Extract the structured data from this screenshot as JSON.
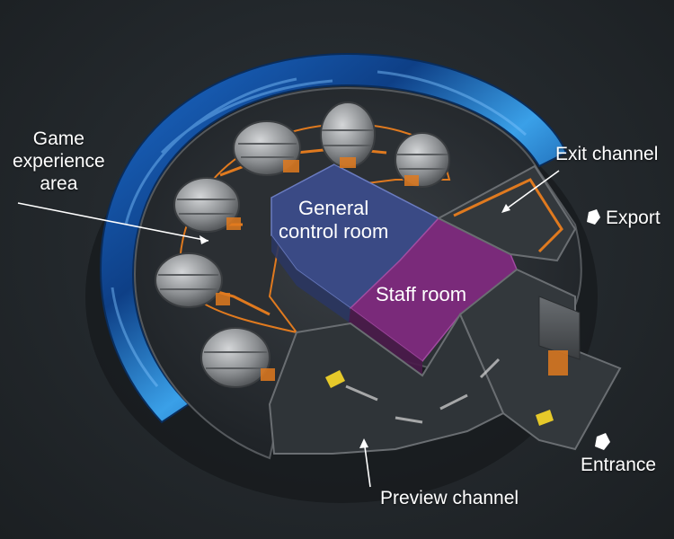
{
  "labels": {
    "game_area": [
      "Game",
      "experience",
      "area"
    ],
    "general_control_room": [
      "General",
      "control room"
    ],
    "staff_room": "Staff room",
    "exit_channel": "Exit channel",
    "export": "Export",
    "entrance": "Entrance",
    "preview_channel": "Preview channel"
  },
  "colors": {
    "background": "#23282c",
    "control_room": "#3a4a85",
    "staff_room": "#7a2a7a",
    "pod_body": "#8c8f92",
    "orange_trim": "#e07a1f",
    "screen_blue": "#1b5fb0"
  },
  "icons": {
    "export": "pentagon-marker-icon",
    "entrance": "pentagon-marker-icon"
  }
}
